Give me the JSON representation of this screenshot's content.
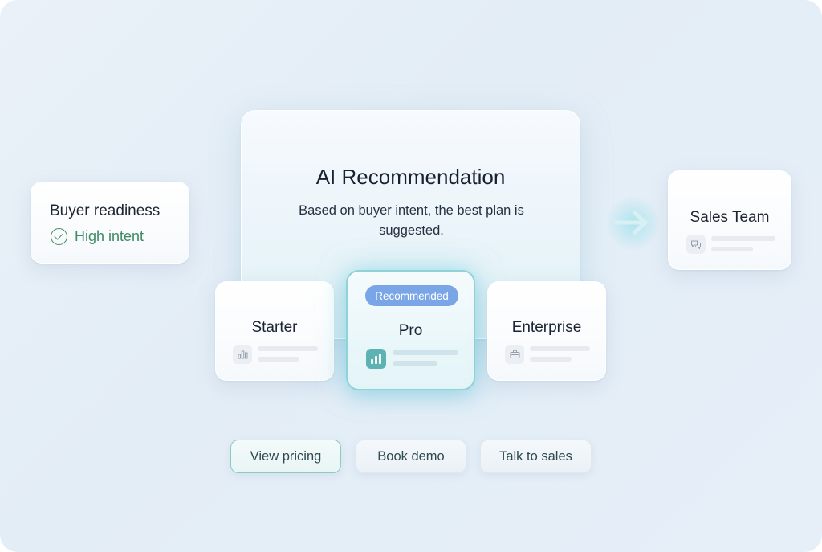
{
  "buyer": {
    "title": "Buyer readiness",
    "status": "High intent",
    "status_icon": "check-circle-icon",
    "status_color": "#3f8a63"
  },
  "recommendation": {
    "title": "AI Recommendation",
    "description": "Based on buyer intent, the best plan is suggested."
  },
  "plans": [
    {
      "name": "Starter",
      "icon": "bar-chart-icon"
    },
    {
      "name": "Pro",
      "badge": "Recommended",
      "icon": "bar-chart-icon",
      "recommended": true
    },
    {
      "name": "Enterprise",
      "icon": "briefcase-icon"
    }
  ],
  "handoff": {
    "title": "Sales Team",
    "icon": "chat-icon"
  },
  "actions": [
    {
      "label": "View pricing",
      "primary": true
    },
    {
      "label": "Book demo"
    },
    {
      "label": "Talk to sales"
    }
  ],
  "colors": {
    "accent_teal": "#5cb3b2",
    "badge_blue": "#7aa6e8",
    "background": "#e6eff8"
  }
}
